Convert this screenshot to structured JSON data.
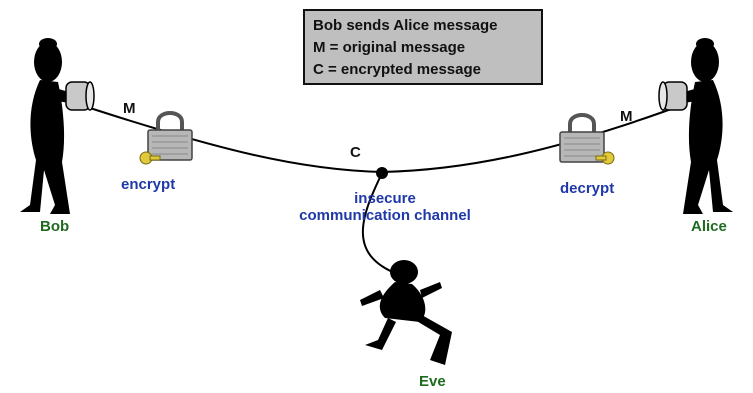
{
  "legend": {
    "line1": "Bob sends Alice message",
    "line2": "M = original message",
    "line3": "C = encrypted message"
  },
  "labels": {
    "bob": "Bob",
    "alice": "Alice",
    "eve": "Eve",
    "encrypt": "encrypt",
    "decrypt": "decrypt",
    "channel_line1": "insecure",
    "channel_line2": "communication channel",
    "m_left": "M",
    "m_right": "M",
    "c": "C"
  },
  "colors": {
    "person_label": "#1f6b1f",
    "action_label": "#2039a8",
    "lock_body": "#b7b7b7",
    "key": "#e0c93a"
  }
}
